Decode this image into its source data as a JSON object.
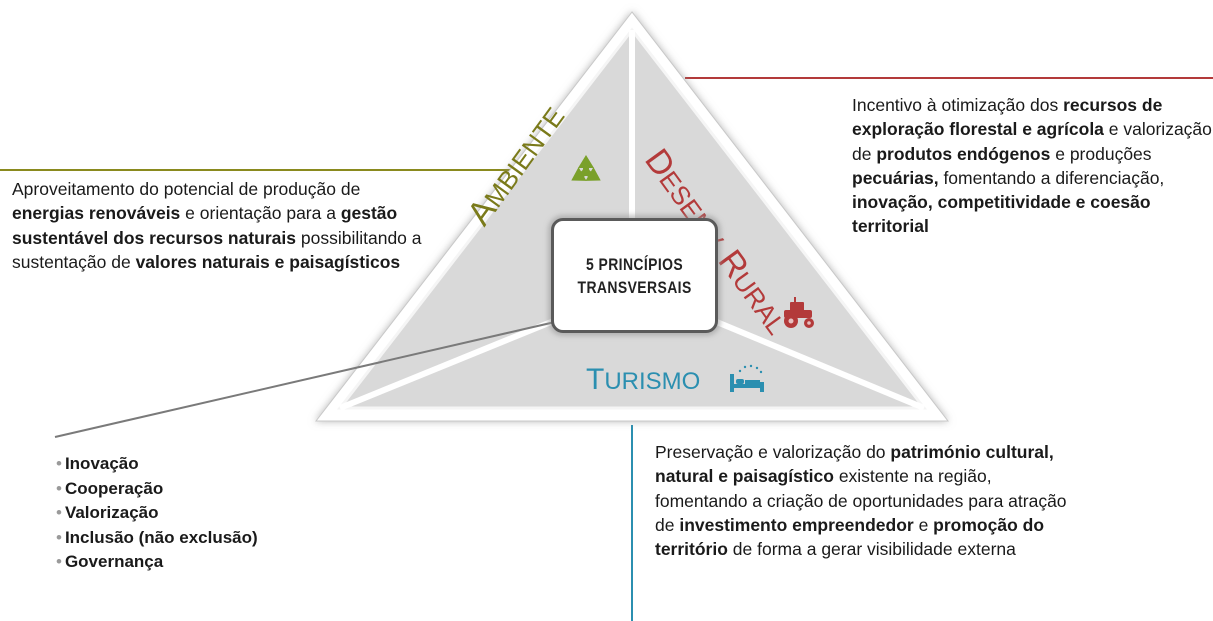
{
  "center_title": "5 PRINCÍPIOS\nTRANSVERSAIS",
  "labels": {
    "ambiente": {
      "first": "A",
      "rest": "MBIENTE"
    },
    "rural": {
      "first": "D",
      "rest": "ESENV.",
      "first2": "R",
      "rest2": "URAL"
    },
    "turismo": {
      "first": "T",
      "rest": "URISMO"
    }
  },
  "texts": {
    "env": [
      {
        "t": "Aproveitamento do potencial de produção de ",
        "b": false
      },
      {
        "t": "energias renováveis",
        "b": true
      },
      {
        "t": " e orientação para a ",
        "b": false
      },
      {
        "t": "gestão sustentável dos recursos naturais",
        "b": true
      },
      {
        "t": " possibilitando a sustentação de ",
        "b": false
      },
      {
        "t": "valores naturais e paisagísticos",
        "b": true
      }
    ],
    "rural": [
      {
        "t": "Incentivo à otimização dos ",
        "b": false
      },
      {
        "t": "recursos de exploração florestal e agrícola",
        "b": true
      },
      {
        "t": " e valorização de ",
        "b": false
      },
      {
        "t": "produtos endógenos",
        "b": true
      },
      {
        "t": " e produções ",
        "b": false
      },
      {
        "t": "pecuárias,",
        "b": true
      },
      {
        "t": " fomentando a diferenciação, ",
        "b": false
      },
      {
        "t": "inovação, competitividade e coesão territorial",
        "b": true
      }
    ],
    "tur": [
      {
        "t": "Preservação e valorização do ",
        "b": false
      },
      {
        "t": "património cultural, natural e paisagístico",
        "b": true
      },
      {
        "t": " existente na região, fomentando a criação de oportunidades para atração de ",
        "b": false
      },
      {
        "t": "investimento empreendedor",
        "b": true
      },
      {
        "t": " e ",
        "b": false
      },
      {
        "t": "promoção do território",
        "b": true
      },
      {
        "t": " de forma a gerar visibilidade externa",
        "b": false
      }
    ]
  },
  "principles": [
    "Inovação",
    "Cooperação",
    "Valorização",
    "Inclusão (não exclusão)",
    "Governança"
  ],
  "colors": {
    "ambiente": "#7a7a1a",
    "rural": "#b33a3a",
    "turismo": "#2b8fb0",
    "triangle_fill": "#d9d9d9",
    "env_line": "#8a8a1e",
    "rural_line": "#b33a3a",
    "tur_line": "#2b8fb0"
  },
  "icons": {
    "ambiente": "recycle-icon",
    "rural": "tractor-icon",
    "turismo": "hotel-bed-icon"
  }
}
